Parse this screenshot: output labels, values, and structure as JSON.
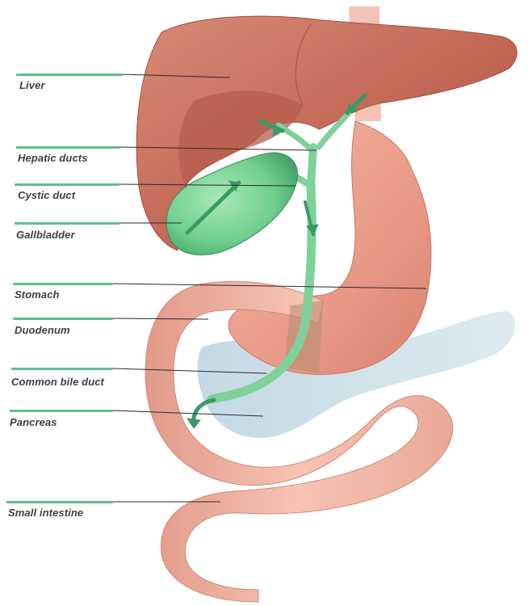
{
  "labels": {
    "liver": "Liver",
    "hepatic_ducts": "Hepatic ducts",
    "cystic_duct": "Cystic duct",
    "gallbladder": "Gallbladder",
    "stomach": "Stomach",
    "duodenum": "Duodenum",
    "common_bile_duct": "Common bile duct",
    "pancreas": "Pancreas",
    "small_intestine": "Small intestine"
  },
  "colors": {
    "label_bar": "#5cbf8f",
    "leader_line": "#2a2a2a",
    "label_text": "#3f3f3f",
    "liver": "#c8705e",
    "stomach": "#eea08f",
    "intestine": "#f3b9a9",
    "gallbladder": "#6fcf8e",
    "duct": "#7fd19a",
    "pancreas": "#c9dde6"
  }
}
